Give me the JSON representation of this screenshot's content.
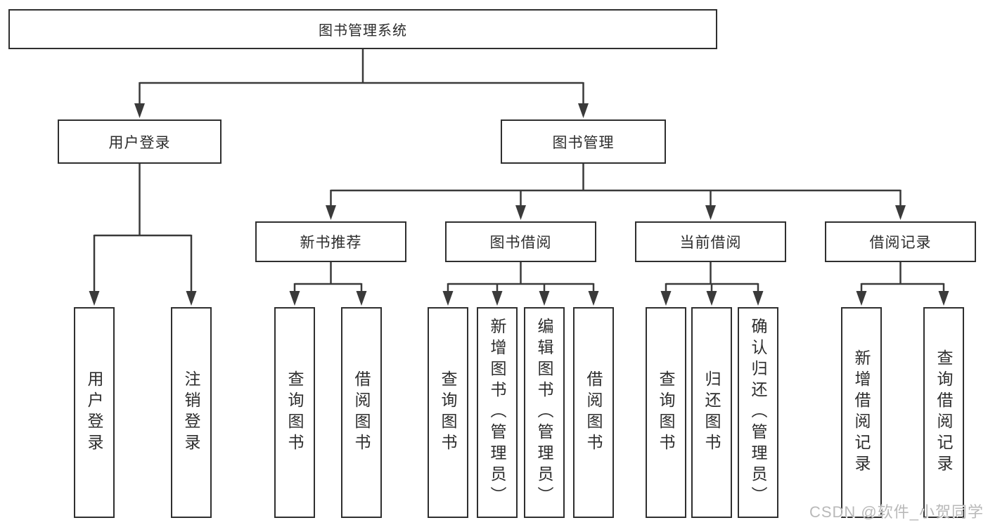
{
  "tree": {
    "root": "图书管理系统",
    "branches": [
      {
        "label": "用户登录",
        "leaves": [
          "用户登录",
          "注销登录"
        ]
      },
      {
        "label": "图书管理",
        "groups": [
          {
            "label": "新书推荐",
            "leaves": [
              "查询图书",
              "借阅图书"
            ]
          },
          {
            "label": "图书借阅",
            "leaves": [
              "查询图书",
              "新增图书（管理员）",
              "编辑图书（管理员）",
              "借阅图书"
            ]
          },
          {
            "label": "当前借阅",
            "leaves": [
              "查询图书",
              "归还图书",
              "确认归还（管理员）"
            ]
          },
          {
            "label": "借阅记录",
            "leaves": [
              "新增借阅记录",
              "查询借阅记录"
            ]
          }
        ]
      }
    ]
  },
  "watermark": "CSDN @软件_小贺同学",
  "colors": {
    "line": "#3a3a3a",
    "box_border": "#2f2f2f",
    "text": "#2d2d2d",
    "watermark": "#b9b9b9",
    "background": "#ffffff"
  }
}
